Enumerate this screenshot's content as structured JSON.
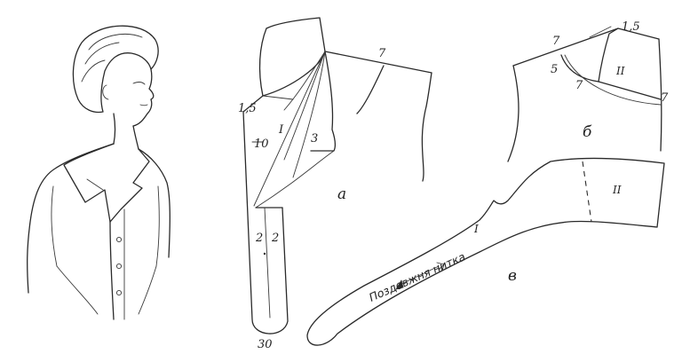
{
  "figures": {
    "a": {
      "letter": "а",
      "labels": {
        "m15": "1,5",
        "m7": "7",
        "part1": "I",
        "m10": "10",
        "m3": "3",
        "m2left": "2",
        "m2right": "2",
        "m30": "30"
      }
    },
    "b": {
      "letter": "б",
      "labels": {
        "m7a": "7",
        "m15": "1,5",
        "m5": "5",
        "part2": "II",
        "m7b": "7",
        "m7c": "7"
      }
    },
    "v": {
      "letter": "в",
      "labels": {
        "part1": "I",
        "part2": "II",
        "grain": "Поздовжня нитка"
      }
    }
  }
}
